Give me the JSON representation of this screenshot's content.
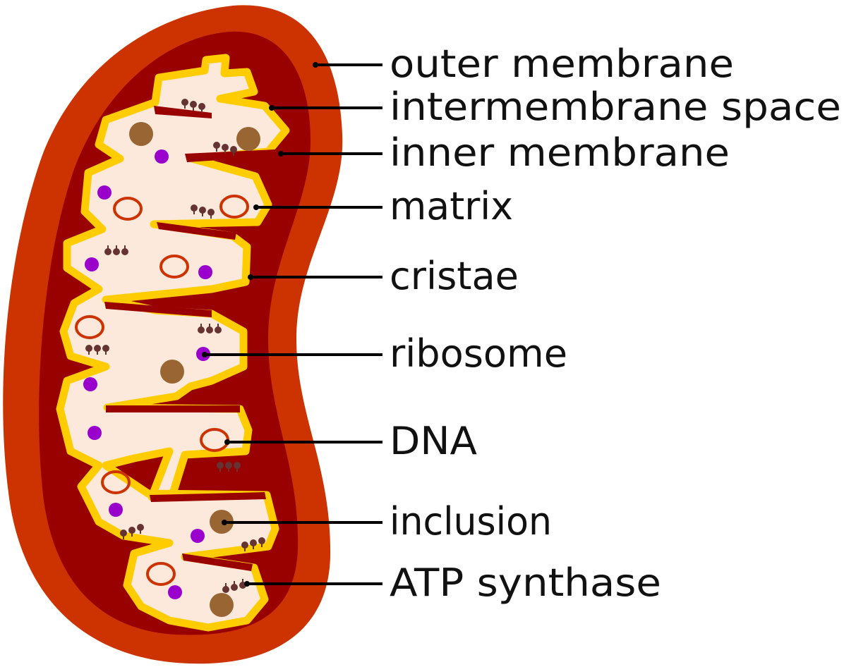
{
  "labels": {
    "outer_membrane": "outer membrane",
    "intermembrane_space": "intermembrane space",
    "inner_membrane": "inner membrane",
    "matrix": "matrix",
    "cristae": "cristae",
    "ribosome": "ribosome",
    "dna": "DNA",
    "inclusion": "inclusion",
    "atp_synthase": "ATP synthase"
  },
  "colors": {
    "outer_membrane": "#cc3300",
    "intermembrane_space": "#990000",
    "inner_membrane": "#ffcc00",
    "matrix": "#fde9dc",
    "ribosome": "#9900cc",
    "dna": "#cc3300",
    "inclusion": "#996633",
    "atp_synthase": "#663333"
  }
}
